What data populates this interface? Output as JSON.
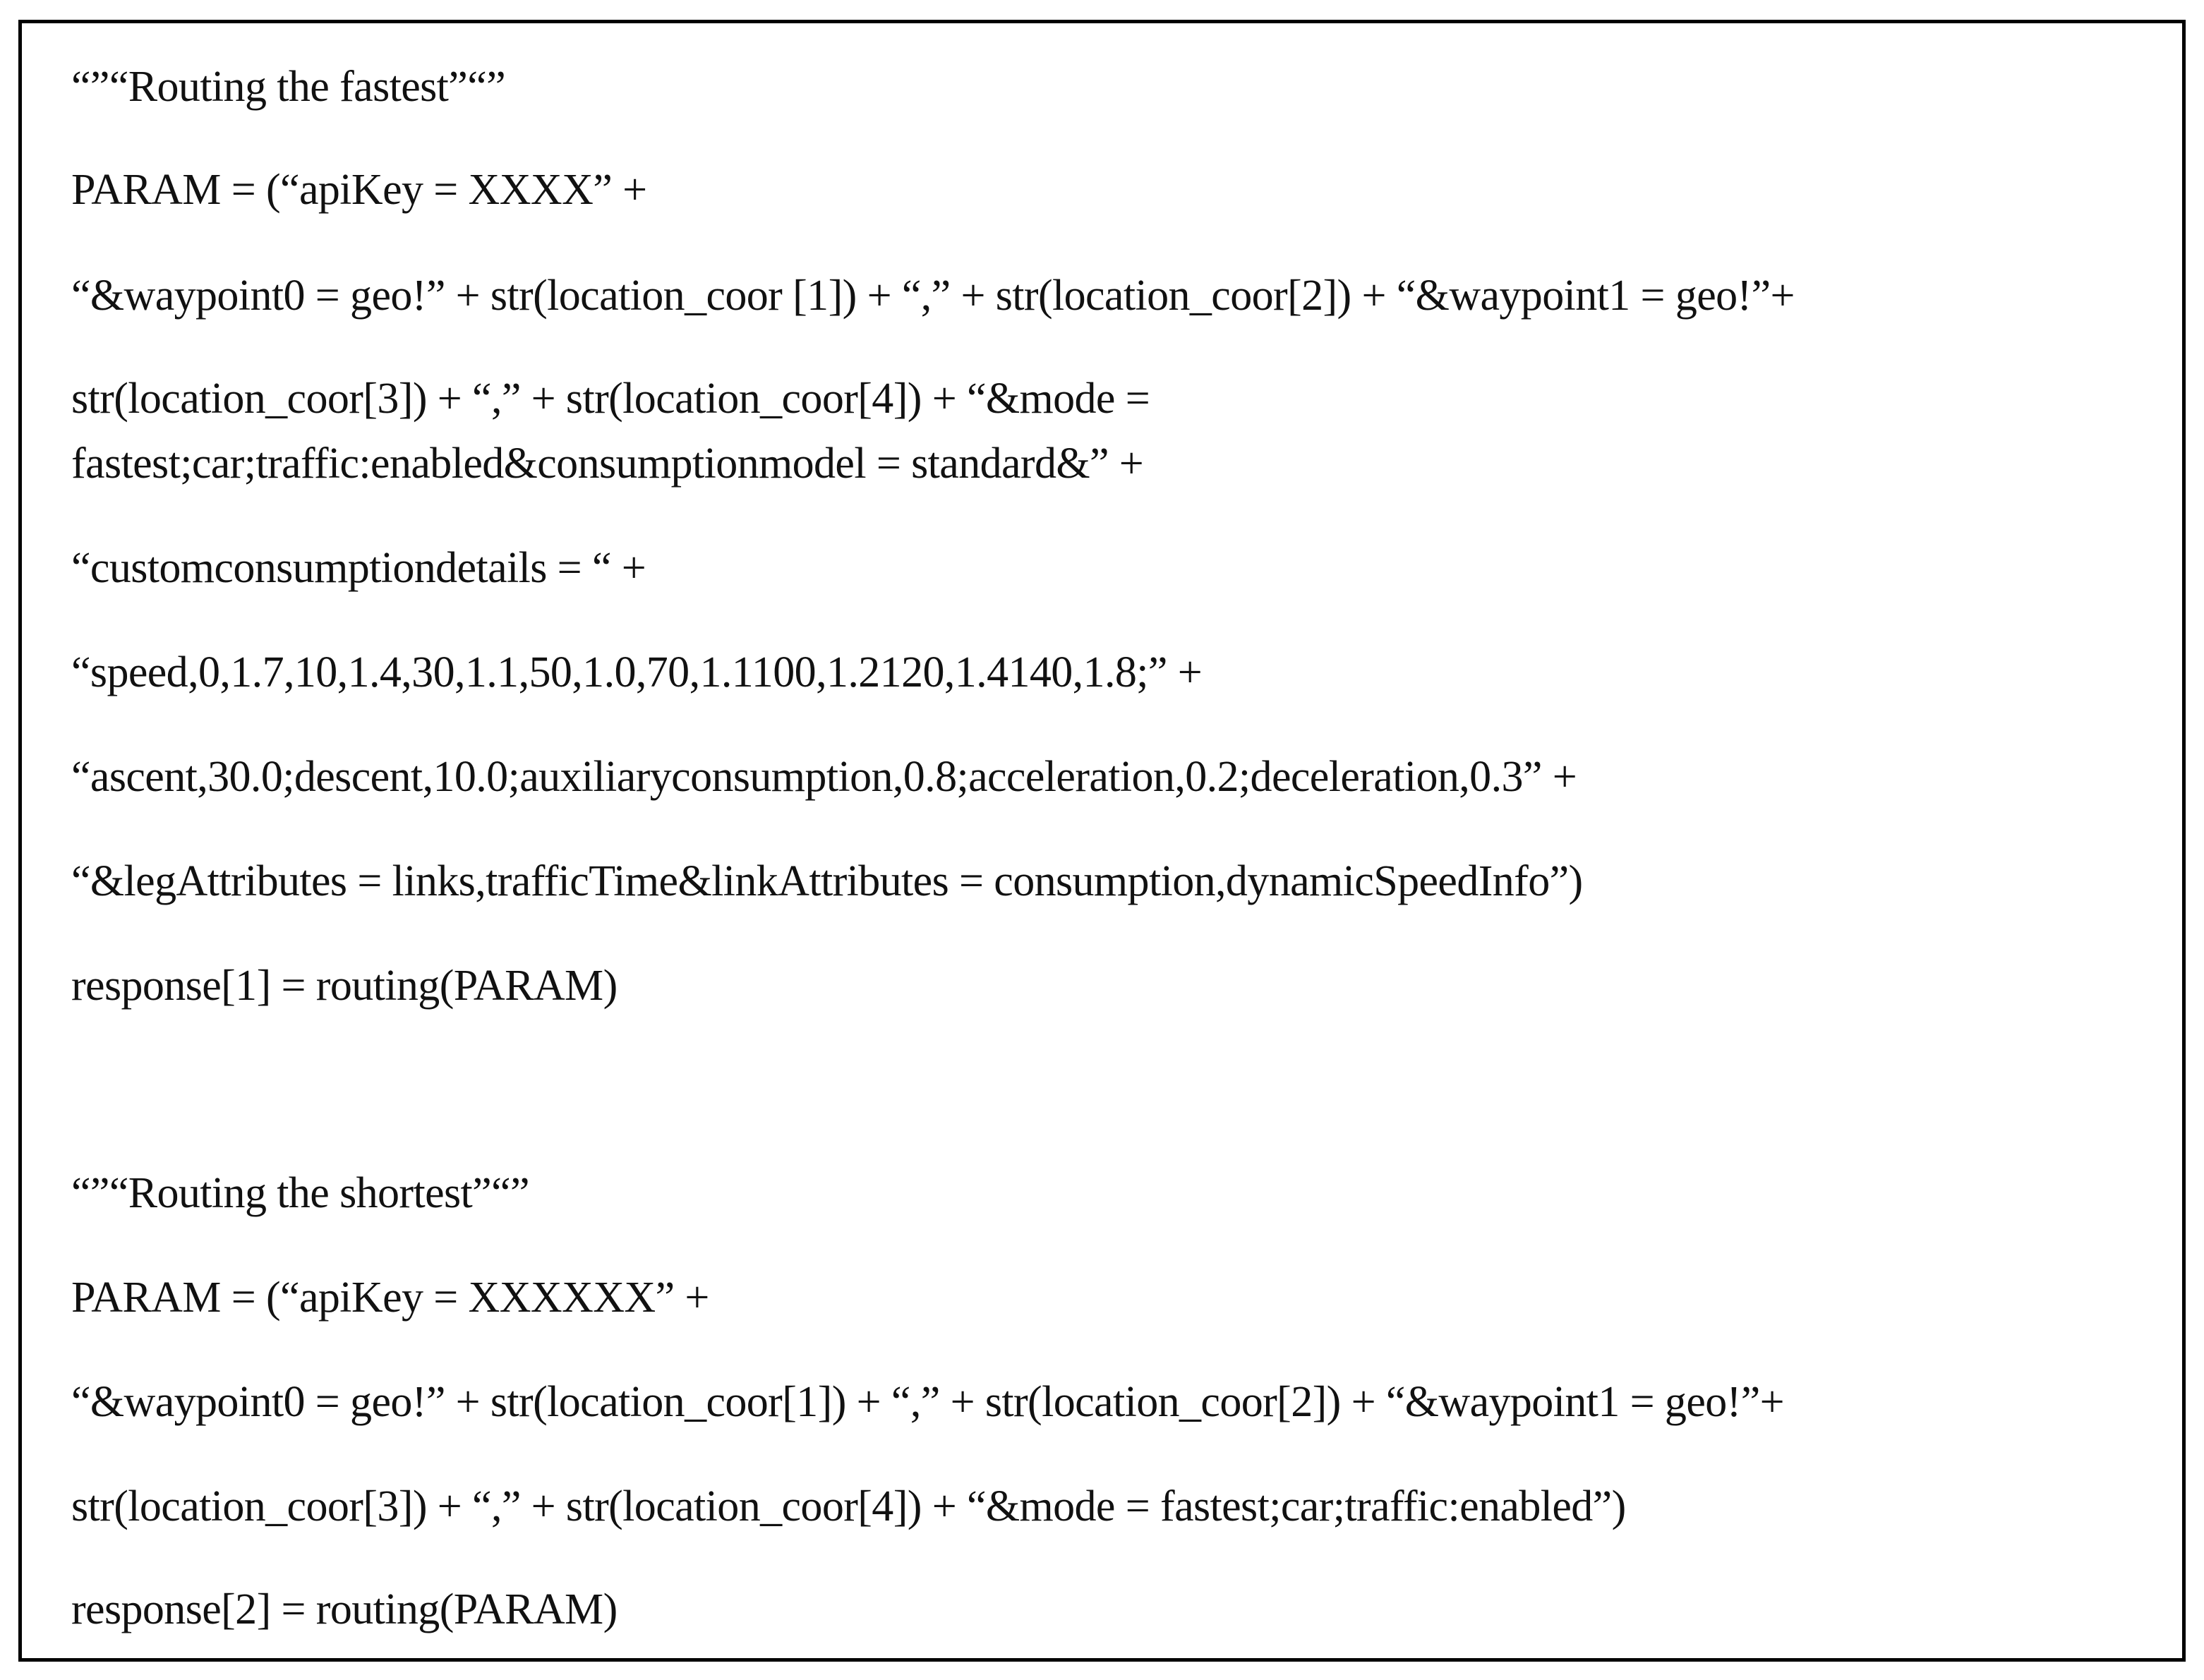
{
  "document": {
    "lines": [
      "“”“Routing the fastest”“”",
      "PARAM = (“apiKey = XXXX” +",
      "“&waypoint0 = geo!” + str(location_coor [1]) + “,” + str(location_coor[2]) + “&waypoint1 = geo!”+",
      "str(location_coor[3]) + “,” + str(location_coor[4]) + “&mode =",
      "fastest;car;traffic:enabled&consumptionmodel = standard&” +",
      "“customconsumptiondetails = “ +",
      "“speed,0,1.7,10,1.4,30,1.1,50,1.0,70,1.1100,1.2120,1.4140,1.8;” +",
      "“ascent,30.0;descent,10.0;auxiliaryconsumption,0.8;acceleration,0.2;deceleration,0.3” +",
      "“&legAttributes = links,trafficTime&linkAttributes = consumption,dynamicSpeedInfo”)",
      "response[1] = routing(PARAM)",
      "“”“Routing the shortest”“”",
      "PARAM = (“apiKey = XXXXXX” +",
      "“&waypoint0 = geo!” + str(location_coor[1]) + “,” + str(location_coor[2]) + “&waypoint1 = geo!”+",
      "str(location_coor[3]) + “,” + str(location_coor[4]) + “&mode = fastest;car;traffic:enabled”)",
      "response[2] = routing(PARAM)"
    ]
  }
}
